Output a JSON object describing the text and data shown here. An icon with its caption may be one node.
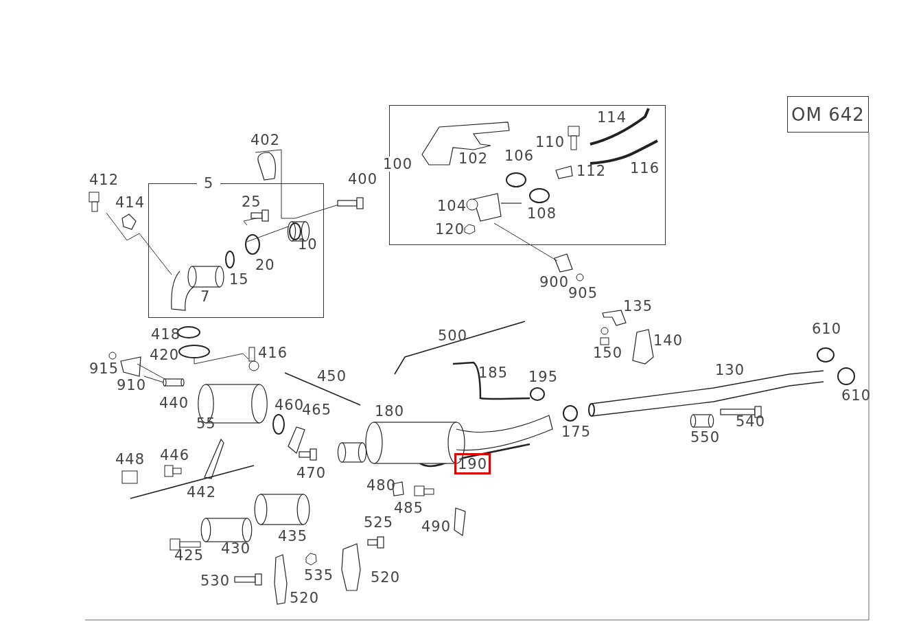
{
  "diagram": {
    "nodes": [
      {
        "text": [
          "5"
        ]
      },
      {
        "text": [
          "100"
        ]
      },
      {
        "text": [
          "OM 642"
        ]
      },
      {
        "text": [
          "190"
        ]
      },
      {
        "text": [],
        "shape": "circle"
      },
      {
        "text": [],
        "shape": "picture"
      }
    ],
    "edges": [
      {
        "from": 4,
        "to": 5,
        "arrow": "none"
      }
    ],
    "labels": [
      "114",
      "110",
      "116",
      "102",
      "106",
      "112",
      "402",
      "412",
      "400",
      "414",
      "25",
      "104",
      "108",
      "120",
      "10",
      "20",
      "15",
      "7",
      "900",
      "905",
      "135",
      "610",
      "418",
      "500",
      "140",
      "420",
      "416",
      "150",
      "915",
      "450",
      "185",
      "195",
      "130",
      "910",
      "610",
      "440",
      "460",
      "465",
      "180",
      "55",
      "540",
      "175",
      "550",
      "448",
      "446",
      "470",
      "480",
      "442",
      "485",
      "525",
      "490",
      "425",
      "430",
      "435",
      "530",
      "535",
      "520",
      "520"
    ]
  }
}
